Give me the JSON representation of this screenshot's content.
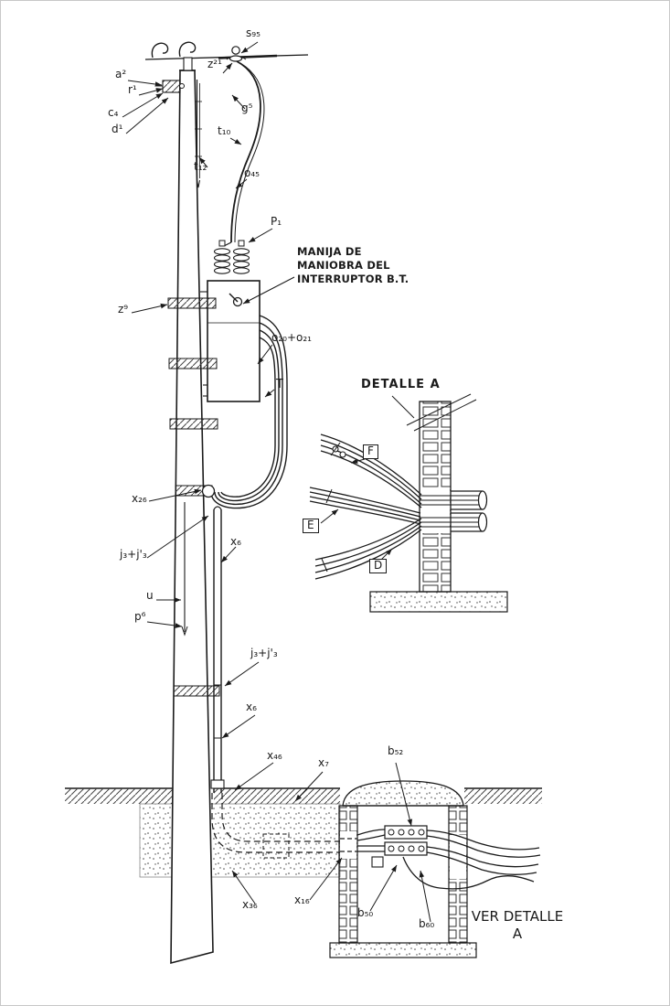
{
  "colors": {
    "ink": "#1a1a1a",
    "paper": "#ffffff"
  },
  "texts": {
    "manija_note": "MANIJA DE\nMANIOBRA DEL\nINTERRUPTOR B.T.",
    "detalle_a_title": "DETALLE A",
    "ver_detalle_note": "VER DETALLE\nA"
  },
  "labels": {
    "s95": "s₉₅",
    "z21": "z²¹",
    "a2": "a²",
    "r1": "r¹",
    "c4": "c₄",
    "d1": "d¹",
    "g5": "g⁵",
    "t10": "t₁₀",
    "t12": "t₁₂",
    "o45": "o₄₅",
    "p1_cap": "P₁",
    "z9": "z⁹",
    "o20_o21": "o₂₀+o₂₁",
    "t_cap": "T",
    "f": "F",
    "e": "E",
    "d": "D",
    "x26": "x₂₆",
    "j3_j3_upper": "j₃+j'₃",
    "x6_upper": "x₆",
    "u": "u",
    "p6": "p⁶",
    "j3_j3_lower": "j₃+j'₃",
    "x6_lower": "x₆",
    "x46": "x₄₆",
    "x7": "x₇",
    "b52": "b₅₂",
    "x36": "x₃₆",
    "x16": "x₁₆",
    "b50": "b₅₀",
    "b60": "b₆₀"
  }
}
